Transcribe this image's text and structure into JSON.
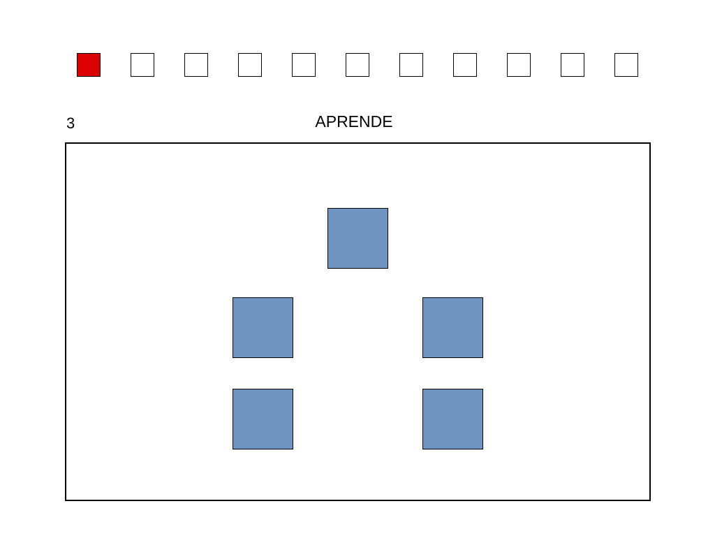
{
  "header": {
    "page_number": "3",
    "title": "APRENDE"
  },
  "progress": {
    "total_steps": 11,
    "current_step": 1,
    "active_color": "#dd0000",
    "inactive_color": "#ffffff"
  },
  "board": {
    "block_count": 5,
    "block_color": "#6f94c2"
  }
}
